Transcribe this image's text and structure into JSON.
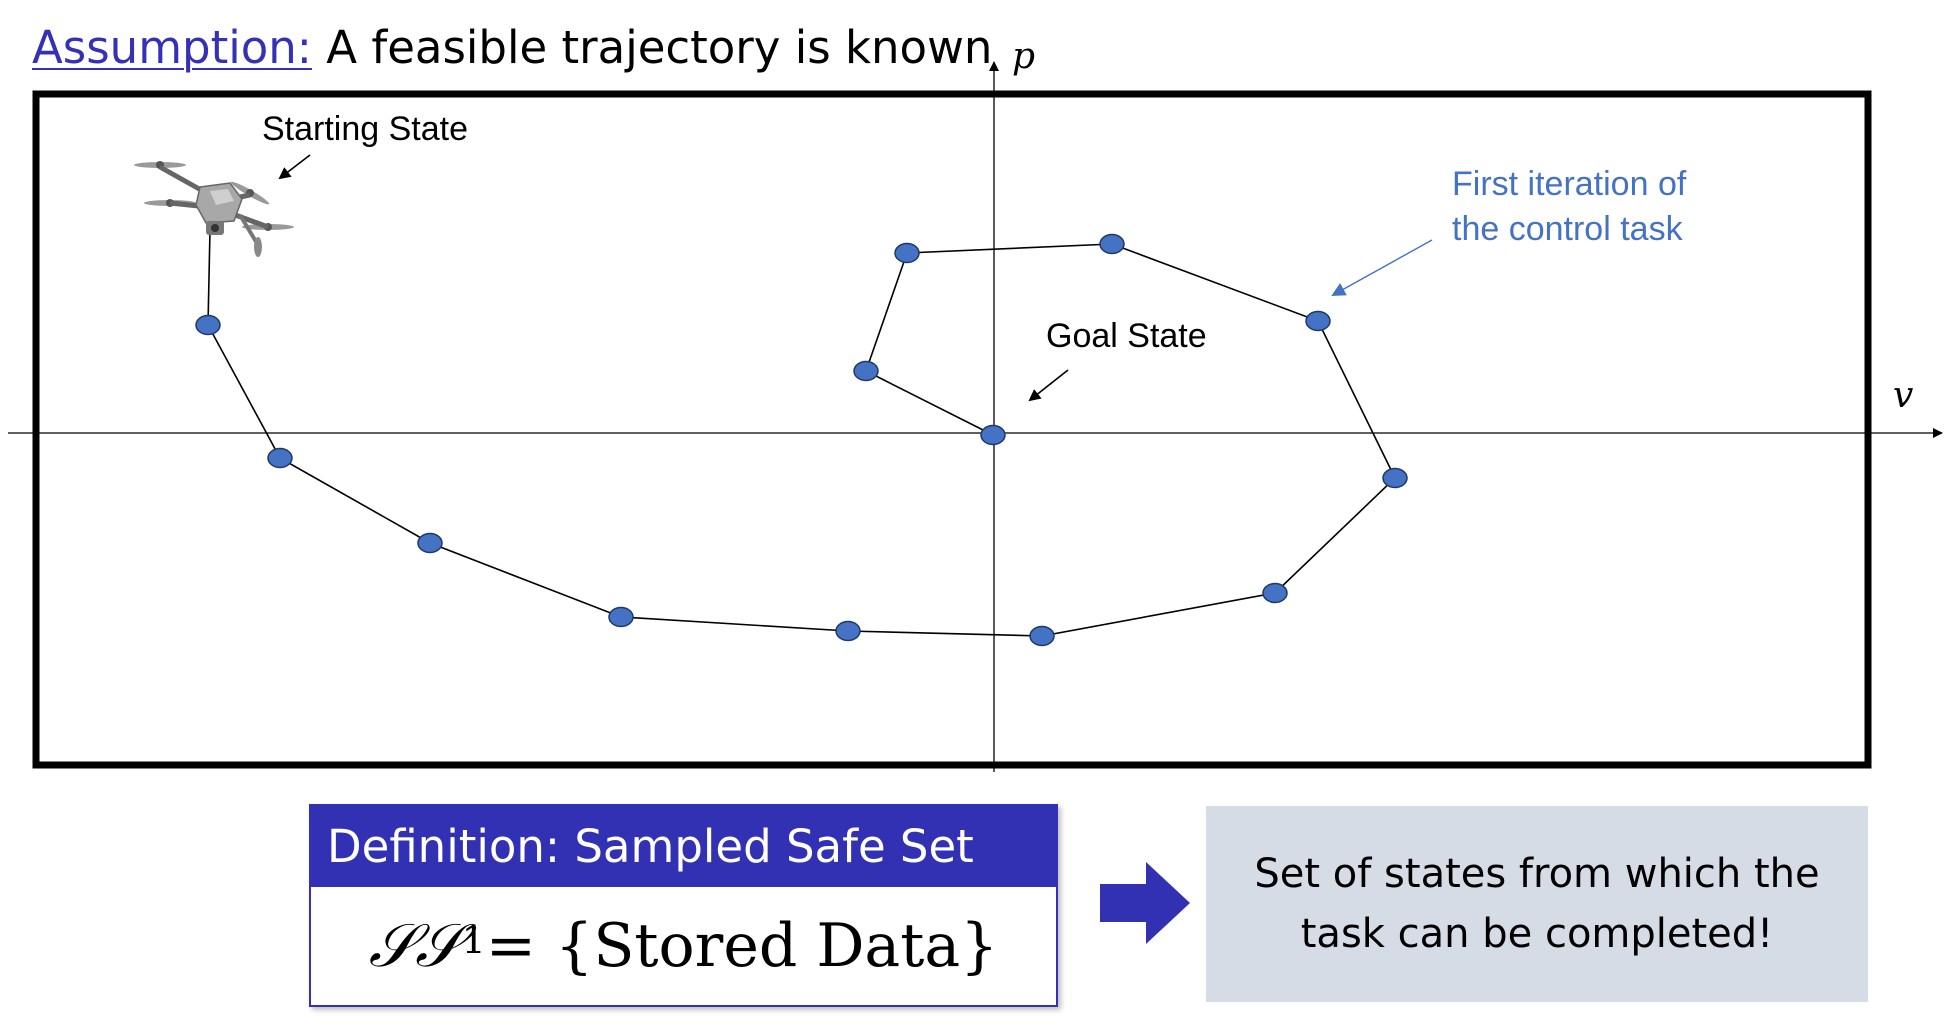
{
  "heading": {
    "assumption_label": "Assumption:",
    "assumption_text": " A feasible trajectory is known"
  },
  "diagram": {
    "axis_v": "v",
    "axis_p": "p",
    "start_label": "Starting State",
    "goal_label": "Goal State",
    "iteration_label_line1": "First iteration of",
    "iteration_label_line2": "the control task",
    "iteration_color": "#4472c4",
    "point_color": "#4472c4",
    "frame_color": "#000000"
  },
  "definition": {
    "header": "Definition: Sampled Safe Set",
    "formula_symbol": "𝒮𝒮",
    "formula_superscript": "1",
    "formula_rhs": " = {Stored Data}",
    "header_color": "#3331b3"
  },
  "note": {
    "line1": "Set of states from which the",
    "line2": "task can be completed!",
    "background": "#d6dce5"
  },
  "icons": {
    "drone": "drone-icon",
    "arrow": "right-arrow-icon"
  }
}
